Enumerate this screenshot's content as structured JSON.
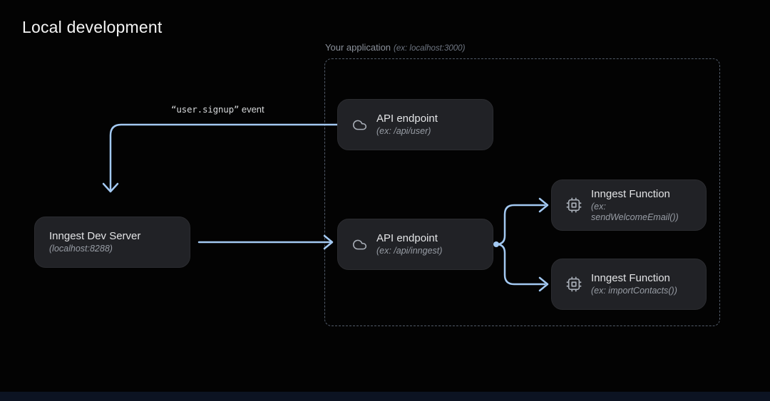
{
  "page": {
    "title": "Local development"
  },
  "application_container": {
    "label": "Your application",
    "label_hint": "(ex: localhost:3000)"
  },
  "nodes": {
    "api_user": {
      "title": "API endpoint",
      "subtitle": "(ex: /api/user)",
      "icon": "cloud-icon"
    },
    "api_inngest": {
      "title": "API endpoint",
      "subtitle": "(ex: /api/inngest)",
      "icon": "cloud-icon"
    },
    "dev_server": {
      "title": "Inngest Dev Server",
      "subtitle": "(localhost:8288)"
    },
    "fn_send_welcome_email": {
      "title": "Inngest Function",
      "subtitle": "(ex: sendWelcomeEmail())",
      "icon": "cpu-icon"
    },
    "fn_import_contacts": {
      "title": "Inngest Function",
      "subtitle": "(ex: importContacts())",
      "icon": "cpu-icon"
    }
  },
  "edges": {
    "user_signup_event": {
      "label_code": "“user.signup”",
      "label_text": " event",
      "from": "api_user",
      "to": "dev_server"
    },
    "dev_server_to_api": {
      "from": "dev_server",
      "to": "api_inngest"
    },
    "api_to_fn_email": {
      "from": "api_inngest",
      "to": "fn_send_welcome_email"
    },
    "api_to_fn_contacts": {
      "from": "api_inngest",
      "to": "fn_import_contacts"
    }
  },
  "colors": {
    "background": "#030303",
    "node_background": "#212226",
    "arrow": "#A3C9F2",
    "boundary_border": "#525B69",
    "title_text": "#F4F4F4",
    "node_title_text": "#E3E4E6",
    "node_subtitle_text": "#989DA5",
    "container_label_text": "#8B919B",
    "edge_label_text": "#D6D8DA",
    "bottom_bar": "#0C1322"
  }
}
